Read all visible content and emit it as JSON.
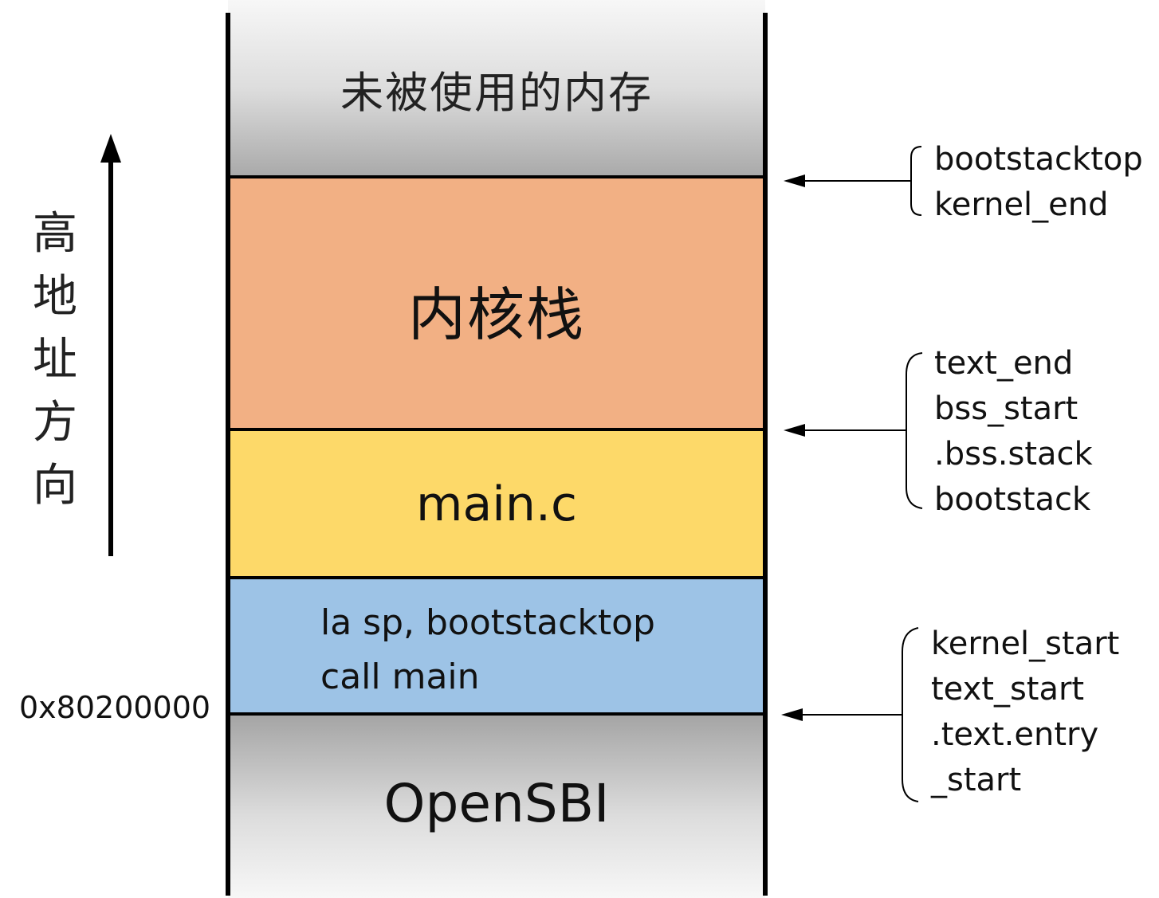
{
  "memory_layout": {
    "blocks": {
      "unused": "未被使用的内存",
      "kernel_stack": "内核栈",
      "main": "main.c",
      "entry_code": [
        "la sp, bootstacktop",
        "call main"
      ],
      "opensbi": "OpenSBI"
    },
    "base_address": "0x80200000",
    "direction_label": [
      "高",
      "地",
      "址",
      "方",
      "向"
    ]
  },
  "symbol_groups": [
    {
      "symbols": [
        "bootstacktop",
        "kernel_end"
      ]
    },
    {
      "symbols": [
        "text_end",
        "bss_start",
        ".bss.stack",
        "bootstack"
      ]
    },
    {
      "symbols": [
        "kernel_start",
        "text_start",
        ".text.entry",
        "_start"
      ]
    }
  ]
}
